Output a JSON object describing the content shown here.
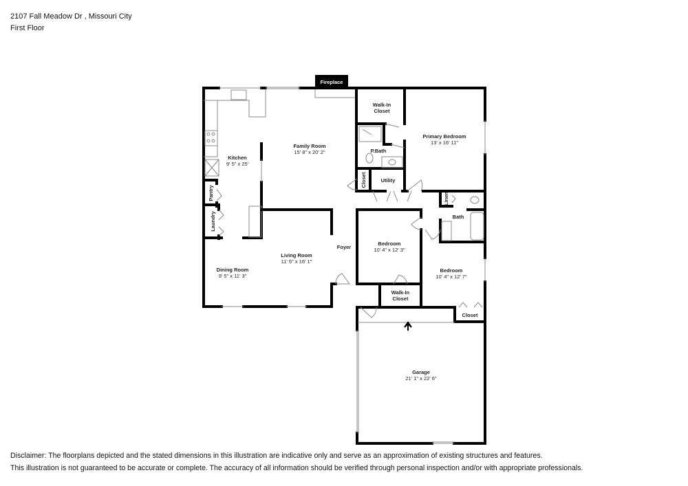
{
  "header": {
    "address": "2107 Fall Meadow Dr , Missouri City",
    "floor": "First Floor"
  },
  "rooms": {
    "fireplace": {
      "name": "Fireplace"
    },
    "walkin_closet_primary": {
      "name_l1": "Walk-In",
      "name_l2": "Closet"
    },
    "primary_bedroom": {
      "name": "Primary Bedroom",
      "dims": "13' x 16' 11\""
    },
    "pbath": {
      "name": "P.Bath"
    },
    "family_room": {
      "name": "Family Room",
      "dims": "15' 8\" x 20' 2\""
    },
    "kitchen": {
      "name": "Kitchen",
      "dims": "9' 5\" x 25'"
    },
    "pantry": {
      "name": "Pantry"
    },
    "laundry": {
      "name": "Laundry"
    },
    "closet_hall": {
      "name": "Closet"
    },
    "utility": {
      "name": "Utility"
    },
    "linen": {
      "name": "Linen"
    },
    "bath": {
      "name": "Bath"
    },
    "living_room": {
      "name": "Living Room",
      "dims": "11' 5\" x 16' 1\""
    },
    "dining_room": {
      "name": "Dining Room",
      "dims": "9' 5\" x 11' 3\""
    },
    "foyer": {
      "name": "Foyer"
    },
    "bedroom_2": {
      "name": "Bedroom",
      "dims": "10' 4\" x 12' 3\""
    },
    "bedroom_3": {
      "name": "Bedroom",
      "dims": "10' 4\" x 12' 7\""
    },
    "walkin_closet_bed2": {
      "name_l1": "Walk-In",
      "name_l2": "Closet"
    },
    "closet_bed3": {
      "name": "Closet"
    },
    "garage": {
      "name": "Garage",
      "dims": "21' 1\" x 22' 6\""
    }
  },
  "disclaimer": {
    "line1": "Disclaimer: The floorplans depicted and the stated dimensions in this illustration are indicative only and serve as an approximation of existing structures and features.",
    "line2": "This illustration is not guaranteed to be accurate or complete. The accuracy of all information should be verified through personal inspection and/or with appropriate professionals."
  }
}
